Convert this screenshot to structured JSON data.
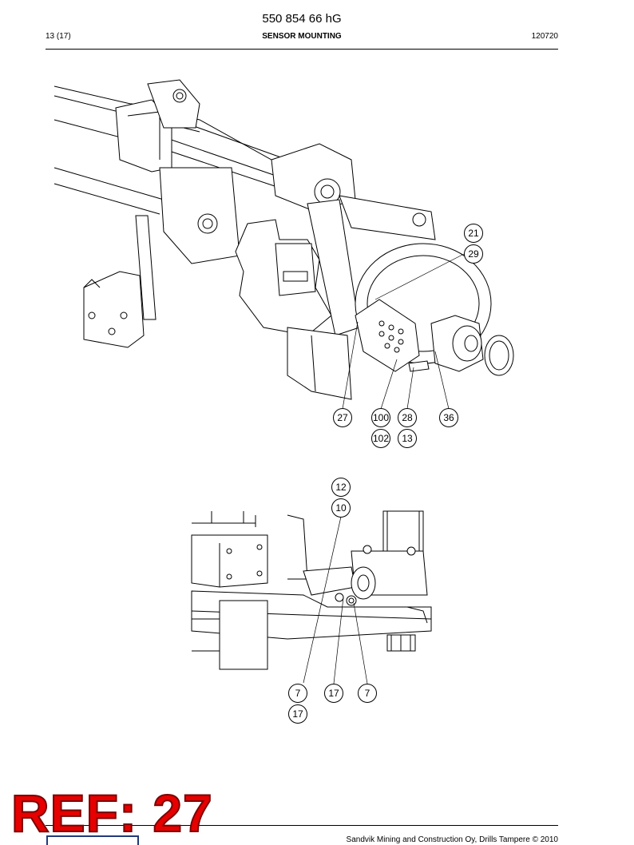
{
  "header": {
    "doc_number": "550 854 66 hG",
    "page": "13 (17)",
    "section_title": "SENSOR MOUNTING",
    "revision": "120720"
  },
  "callouts_top": [
    "21",
    "29",
    "27",
    "100",
    "102",
    "28",
    "13",
    "36"
  ],
  "callouts_bottom": [
    "12",
    "10",
    "7",
    "17",
    "7",
    "17"
  ],
  "stamp": {
    "text": "REF: 27",
    "color": "#e60000"
  },
  "footer": {
    "text": "Sandvik Mining and Construction Oy, Drills Tampere © 2010"
  }
}
